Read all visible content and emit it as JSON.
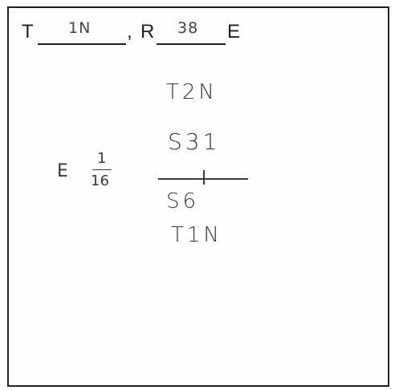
{
  "header": {
    "township_prefix": "T",
    "township_value": "1N",
    "separator": ",",
    "range_prefix": "R",
    "range_value": "38",
    "range_suffix": "E"
  },
  "diagram": {
    "north_township": "T2N",
    "north_section": "S31",
    "south_section": "S6",
    "south_township": "T1N",
    "east_label": "E",
    "fraction_numerator": "1",
    "fraction_denominator": "16"
  }
}
